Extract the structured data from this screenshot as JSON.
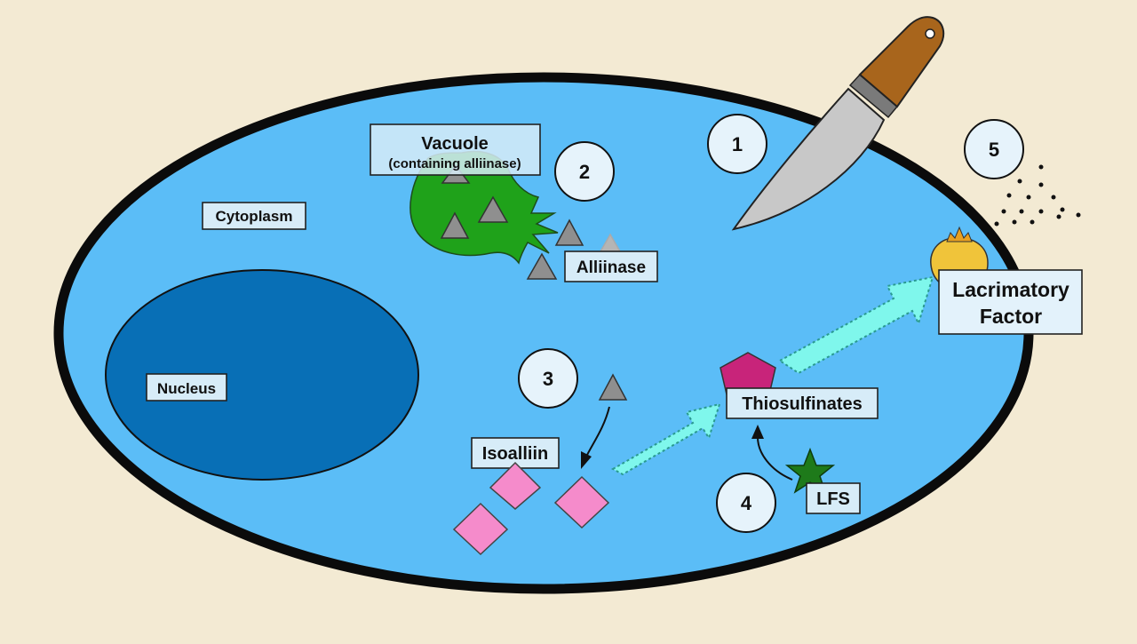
{
  "labels": {
    "vacuole": "Vacuole",
    "vacuole_sub": "(containing alliinase)",
    "cytoplasm": "Cytoplasm",
    "nucleus": "Nucleus",
    "alliinase": "Alliinase",
    "isoalliin": "Isoalliin",
    "thiosulfinates": "Thiosulfinates",
    "lfs": "LFS",
    "lacrimatory_line1": "Lacrimatory",
    "lacrimatory_line2": "Factor"
  },
  "steps": [
    "1",
    "2",
    "3",
    "4",
    "5"
  ],
  "colors": {
    "background": "#f3ead3",
    "cytoplasm": "#5bbdf7",
    "nucleus": "#086fb6",
    "vacuole": "#1fa21a",
    "alliinase": "#8f8f8f",
    "isoalliin": "#f58bcb",
    "thiosulfinates": "#c8247a",
    "lfs": "#1e7a1a",
    "lacrimatory_factor": "#f0c43a",
    "arrow": "#7ff7ec",
    "knife_handle": "#a8651c",
    "knife_blade": "#c8c8c8"
  },
  "icons": [
    "knife-icon",
    "onion-icon",
    "lfs-star-icon",
    "thiosulfinate-pentagon-icon"
  ]
}
